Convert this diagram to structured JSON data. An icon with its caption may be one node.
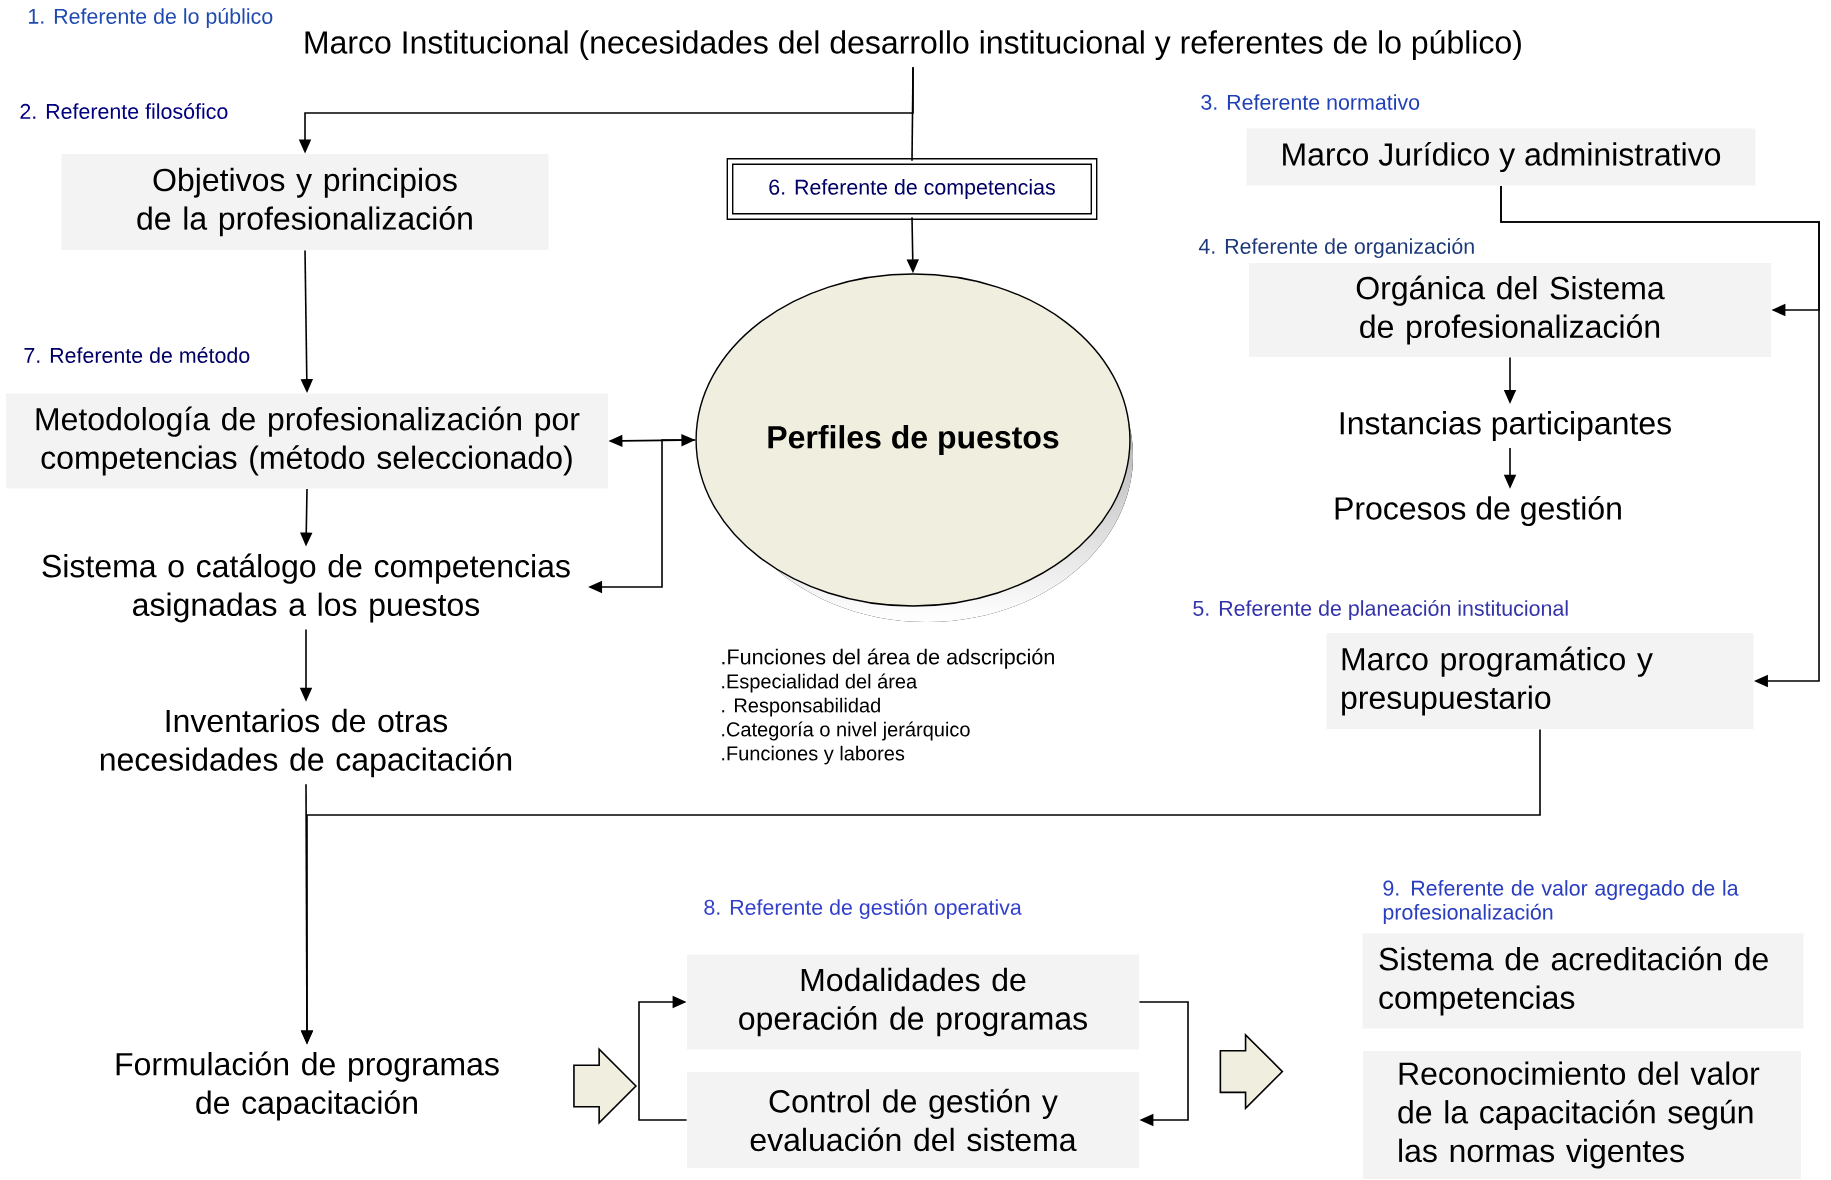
{
  "diagram": {
    "nodes": [
      {
        "text": [
          "Marco Institucional (necesidades del desarrollo institucional y referentes de lo público)"
        ]
      },
      {
        "text": [
          "Objetivos y principios de la profesionalización"
        ]
      },
      {
        "text": [
          "6. Referente de competencias"
        ]
      },
      {
        "text": [
          "Perfiles de puestos"
        ],
        "beside": [
          ".Funciones del área de adscripción",
          ".Especialidad del área",
          ". Responsabilidad",
          ".Categoría o nivel jerárquico",
          ".Funciones y labores"
        ]
      },
      {
        "text": [
          "Metodología de profesionalización por competencias (método seleccionado)"
        ]
      },
      {
        "text": [
          "Sistema o catálogo de competencias asignadas a los puestos"
        ]
      },
      {
        "text": [
          "Inventarios de otras necesidades de capacitación"
        ]
      },
      {
        "text": [
          "Marco Jurídico y administrativo"
        ]
      },
      {
        "text": [
          "Orgánica del Sistema de profesionalización"
        ]
      },
      {
        "text": [
          "Instancias participantes"
        ]
      },
      {
        "text": [
          "Procesos de gestión"
        ]
      },
      {
        "text": [
          "Marco programático y presupuestario"
        ]
      },
      {
        "text": [
          "Formulación de programas de capacitación"
        ]
      },
      {
        "text": [
          "Modalidades de operación de programas"
        ]
      },
      {
        "text": [
          "Control de gestión y evaluación del sistema"
        ]
      },
      {
        "text": [
          "Sistema de acreditación de competencias"
        ]
      },
      {
        "text": [
          "Reconocimiento del valor de la capacitación según las normas vigentes"
        ]
      }
    ],
    "edges": [
      {
        "from": 0,
        "to": 1,
        "arrow": "to"
      },
      {
        "from": 0,
        "to": 2,
        "arrow": "none"
      },
      {
        "from": 2,
        "to": 3,
        "arrow": "to"
      },
      {
        "from": 1,
        "to": 4,
        "arrow": "to"
      },
      {
        "from": 4,
        "to": 3,
        "arrow": "both"
      },
      {
        "from": 3,
        "to": 5,
        "arrow": "to"
      },
      {
        "from": 4,
        "to": 5,
        "arrow": "to"
      },
      {
        "from": 5,
        "to": 6,
        "arrow": "to"
      },
      {
        "from": 6,
        "to": 12,
        "arrow": "to"
      },
      {
        "from": 11,
        "to": 12,
        "arrow": "to"
      },
      {
        "from": 7,
        "to": 8,
        "arrow": "to"
      },
      {
        "from": 7,
        "to": 11,
        "arrow": "to"
      },
      {
        "from": 8,
        "to": 9,
        "arrow": "to"
      },
      {
        "from": 9,
        "to": 10,
        "arrow": "to"
      },
      {
        "from": 14,
        "to": 13,
        "arrow": "to"
      },
      {
        "from": 13,
        "to": 14,
        "arrow": "to"
      },
      {
        "from": 12,
        "to": 14,
        "arrow": "to",
        "style": "thick"
      },
      {
        "from": 14,
        "to": 16,
        "arrow": "to",
        "style": "thick"
      }
    ],
    "labels": [
      "1. Referente de lo público",
      "2. Referente filosófico",
      "3. Referente normativo",
      "4. Referente de organización",
      "7. Referente de método",
      "5. Referente de planeación institucional",
      "8. Referente de gestión operativa",
      "9. Referente de valor agregado de la profesionalización"
    ]
  }
}
